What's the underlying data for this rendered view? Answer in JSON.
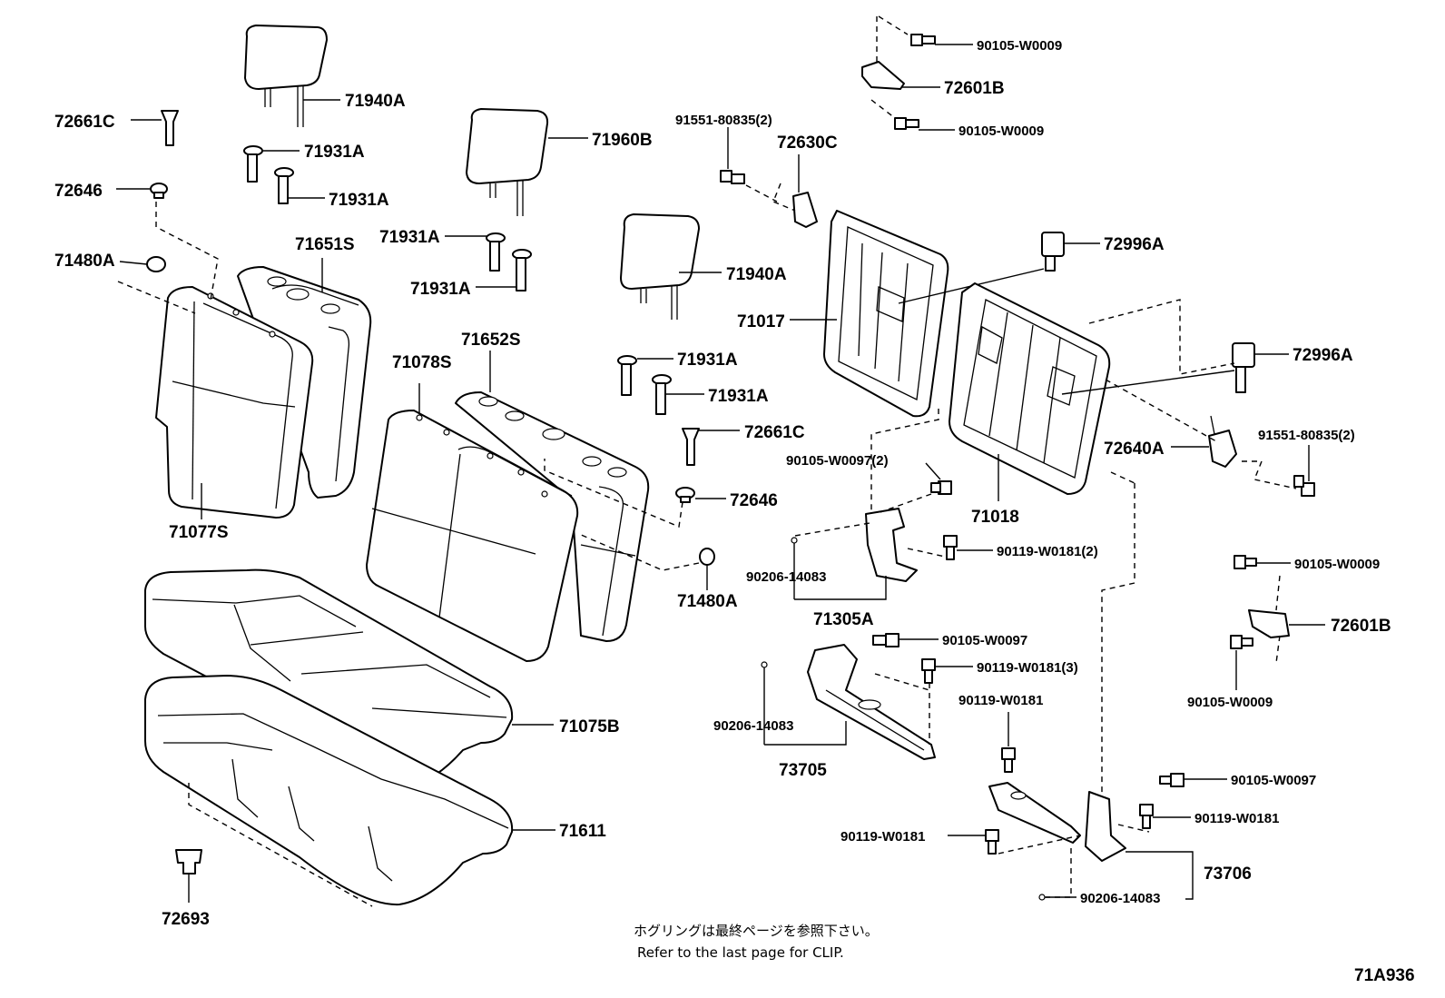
{
  "parts": {
    "p71940A_1": "71940A",
    "p72661C_1": "72661C",
    "p71931A_1": "71931A",
    "p71931A_2": "71931A",
    "p72646_1": "72646",
    "p71960B": "71960B",
    "p71480A_1": "71480A",
    "p71651S": "71651S",
    "p71931A_3": "71931A",
    "p71931A_4": "71931A",
    "p71940A_2": "71940A",
    "p71078S": "71078S",
    "p71652S": "71652S",
    "p71931A_5": "71931A",
    "p71931A_6": "71931A",
    "p72661C_2": "72661C",
    "p72646_2": "72646",
    "p71077S": "71077S",
    "p71480A_2": "71480A",
    "p71075B": "71075B",
    "p71611": "71611",
    "p72693": "72693",
    "p90105W0009_1": "90105-W0009",
    "p72601B_1": "72601B",
    "p90105W0009_2": "90105-W0009",
    "p9155180835_1": "91551-80835(2)",
    "p72630C": "72630C",
    "p72996A_1": "72996A",
    "p71017": "71017",
    "p72996A_2": "72996A",
    "p72640A": "72640A",
    "p9155180835_2": "91551-80835(2)",
    "p90105W0097_2x": "90105-W0097(2)",
    "p71018": "71018",
    "p90119W0181_2x": "90119-W0181(2)",
    "p90206_1": "90206-14083",
    "p71305A": "71305A",
    "p90105W0009_3": "90105-W0009",
    "p72601B_2": "72601B",
    "p90105W0097_1": "90105-W0097",
    "p90119W0181_3x": "90119-W0181(3)",
    "p90105W0009_4": "90105-W0009",
    "p90119W0181_a": "90119-W0181",
    "p90206_2": "90206-14083",
    "p73705": "73705",
    "p90105W0097_3": "90105-W0097",
    "p90119W0181_b": "90119-W0181",
    "p90119W0181_c": "90119-W0181",
    "p73706": "73706",
    "p90206_3": "90206-14083"
  },
  "note": {
    "jp": "ホグリングは最終ページを参照下さい。",
    "en": "Refer to the last page for CLIP."
  },
  "figure_code": "71A936"
}
